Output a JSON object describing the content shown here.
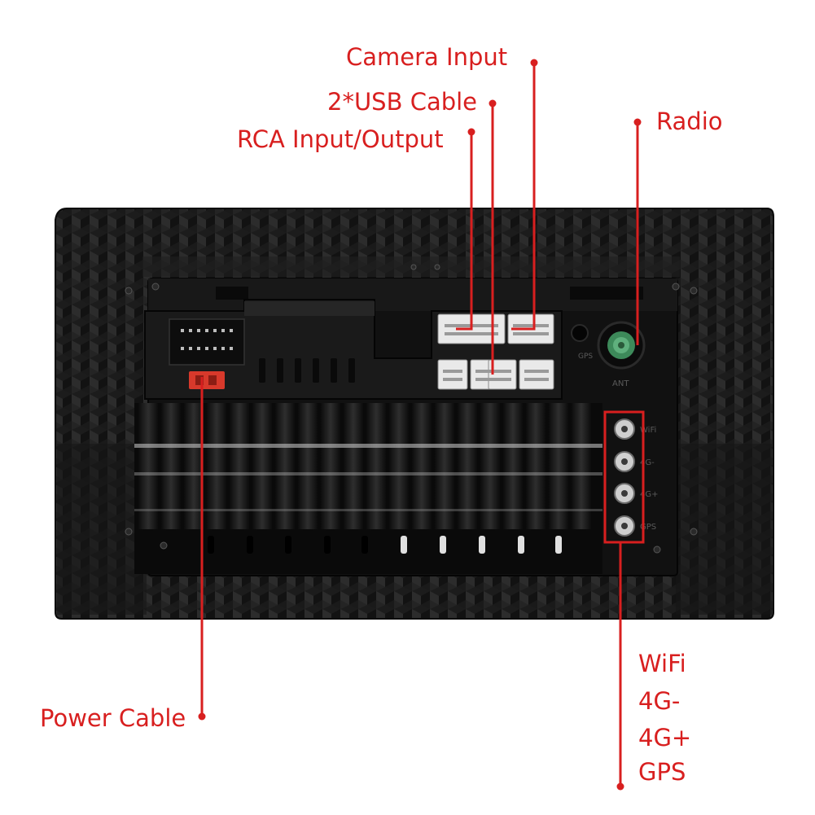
{
  "labels": {
    "camera_input": "Camera Input",
    "usb_cable": "2*USB Cable",
    "rca": "RCA Input/Output",
    "radio": "Radio",
    "power_cable": "Power Cable",
    "wifi": "WiFi",
    "lte_minus": "4G-",
    "lte_plus": "4G+",
    "gps": "GPS"
  },
  "unit_markings": {
    "antenna": "ANT",
    "fm": "GPS",
    "port_wifi": "WiFi",
    "port_4g_minus": "4G-",
    "port_4g_plus": "4G+",
    "port_gps": "GPS"
  },
  "colors": {
    "annotation": "#d81f1f",
    "unit_body": "#1c1c1c",
    "panel": "#111111",
    "connector": "#e9e9e9",
    "power_plug": "#d8392b",
    "radio_jack": "#3d8a5a"
  }
}
